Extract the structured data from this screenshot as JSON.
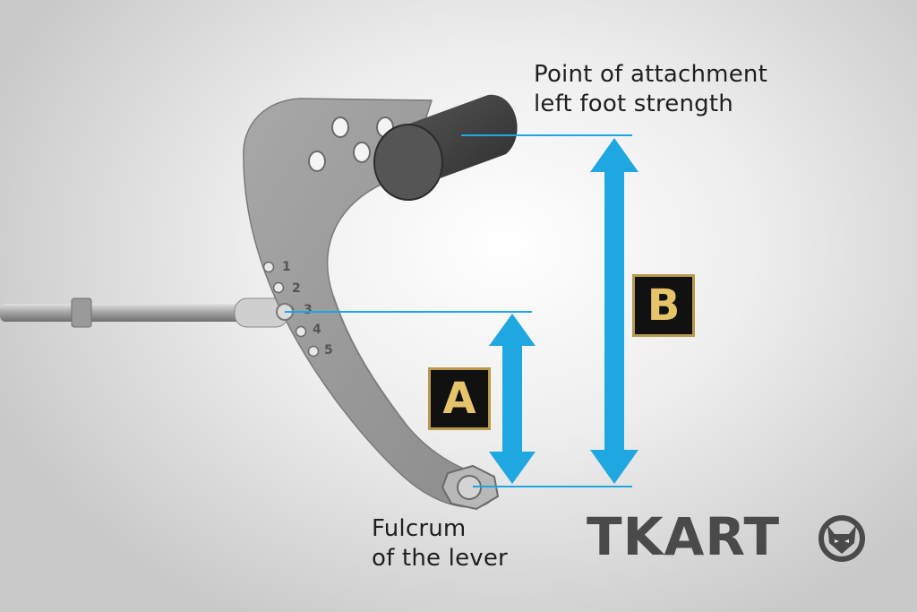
{
  "labels": {
    "attachment_line1": "Point of attachment",
    "attachment_line2": "left foot strength",
    "fulcrum_line1": "Fulcrum",
    "fulcrum_line2": "of the lever",
    "dimension_a": "A",
    "dimension_b": "B"
  },
  "hole_numbers": [
    "1",
    "2",
    "3",
    "4",
    "5"
  ],
  "brand": {
    "name": "TKART",
    "logo_icon": "wolf-head-logo-icon"
  },
  "colors": {
    "dimension_line": "#1ea7e1",
    "badge_bg": "#111111",
    "badge_border": "#b89a4a",
    "badge_text": "#e6c46a",
    "lever": "#9a9a9a",
    "pedal_bar": "#404040",
    "brand": "#4a4a4a"
  }
}
